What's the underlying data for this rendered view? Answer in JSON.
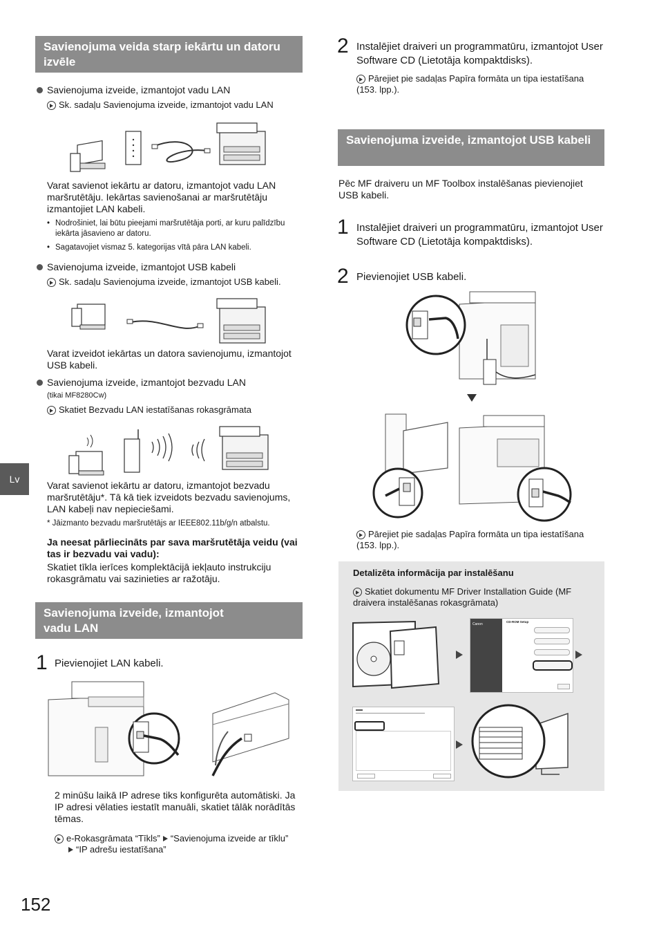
{
  "page_number": "152",
  "lang_tab": "Lv",
  "left": {
    "section1": {
      "heading": "Savienojuma veida starp iekārtu un datoru izvēle",
      "lan": {
        "bullet": "Savienojuma izveide, izmantojot vadu LAN",
        "ref": "Sk. sadaļu Savienojuma izveide, izmantojot vadu LAN",
        "desc": "Varat savienot iekārtu ar datoru, izmantojot vadu LAN maršrutētāju. Iekārtas savienošanai ar maršrutētāju izmantojiet LAN kabeli.",
        "notes": [
          "Nodrošiniet, lai būtu pieejami maršrutētāja porti, ar kuru palīdzību iekārta jāsavieno ar datoru.",
          "Sagatavojiet vismaz 5. kategorijas vītā pāra LAN kabeli."
        ]
      },
      "usb": {
        "bullet": "Savienojuma izveide, izmantojot USB kabeli",
        "ref": "Sk. sadaļu Savienojuma izveide, izmantojot USB kabeli.",
        "desc": "Varat izveidot iekārtas un datora savienojumu, izmantojot USB kabeli."
      },
      "wlan": {
        "bullet": "Savienojuma izveide, izmantojot bezvadu LAN",
        "sub": "(tikai MF8280Cw)",
        "ref": "Skatiet Bezvadu LAN iestatīšanas rokasgrāmata",
        "desc": "Varat savienot iekārtu ar datoru, izmantojot bezvadu maršrutētāju*. Tā kā tiek izveidots bezvadu savienojums, LAN kabeļi nav nepieciešami.",
        "footnote": "* Jāizmanto bezvadu maršrutētājs ar IEEE802.11b/g/n atbalstu."
      },
      "unsure_bold": "Ja neesat pārliecināts par sava maršrutētāja veidu (vai tas ir bezvadu vai vadu):",
      "unsure_text": "Skatiet tīkla ierīces komplektācijā iekļauto instrukciju rokasgrāmatu vai sazinieties ar ražotāju."
    },
    "section2": {
      "heading": "Savienojuma izveide, izmantojot vadu LAN",
      "step1_num": "1",
      "step1_text": "Pievienojiet LAN kabeli.",
      "after_text": "2 minūšu laikā IP adrese tiks konfigurēta automātiski. Ja IP adresi vēlaties iestatīt manuāli, skatiet tālāk norādītās tēmas.",
      "ref_a": "e-Rokasgrāmata “Tīkls”",
      "ref_b": "“Savienojuma izveide ar tīklu”",
      "ref_c": "“IP adrešu iestatīšana”"
    }
  },
  "right": {
    "top_step": {
      "num": "2",
      "text": "Instalējiet draiveri un programmatūru, izmantojot User Software CD (Lietotāja kompaktdisks).",
      "ref": "Pārejiet pie sadaļas Papīra formāta un tipa iestatīšana (153. lpp.)."
    },
    "section3": {
      "heading": "Savienojuma izveide, izmantojot USB kabeli",
      "intro": "Pēc MF draiveru un MF Toolbox instalēšanas pievienojiet USB kabeli.",
      "step1_num": "1",
      "step1_text": "Instalējiet draiveri un programmatūru, izmantojot User Software CD (Lietotāja kompaktdisks).",
      "step2_num": "2",
      "step2_text": "Pievienojiet USB kabeli.",
      "ref": "Pārejiet pie sadaļas Papīra formāta un tipa iestatīšana (153. lpp.)."
    },
    "info_box": {
      "title": "Detalizēta informācija par instalēšanu",
      "ref": "Skatiet dokumentu MF Driver Installation Guide (MF draivera instalēšanas rokasgrāmata)",
      "screen_title": "CD-ROM Setup",
      "screen_brand": "Canon"
    }
  }
}
